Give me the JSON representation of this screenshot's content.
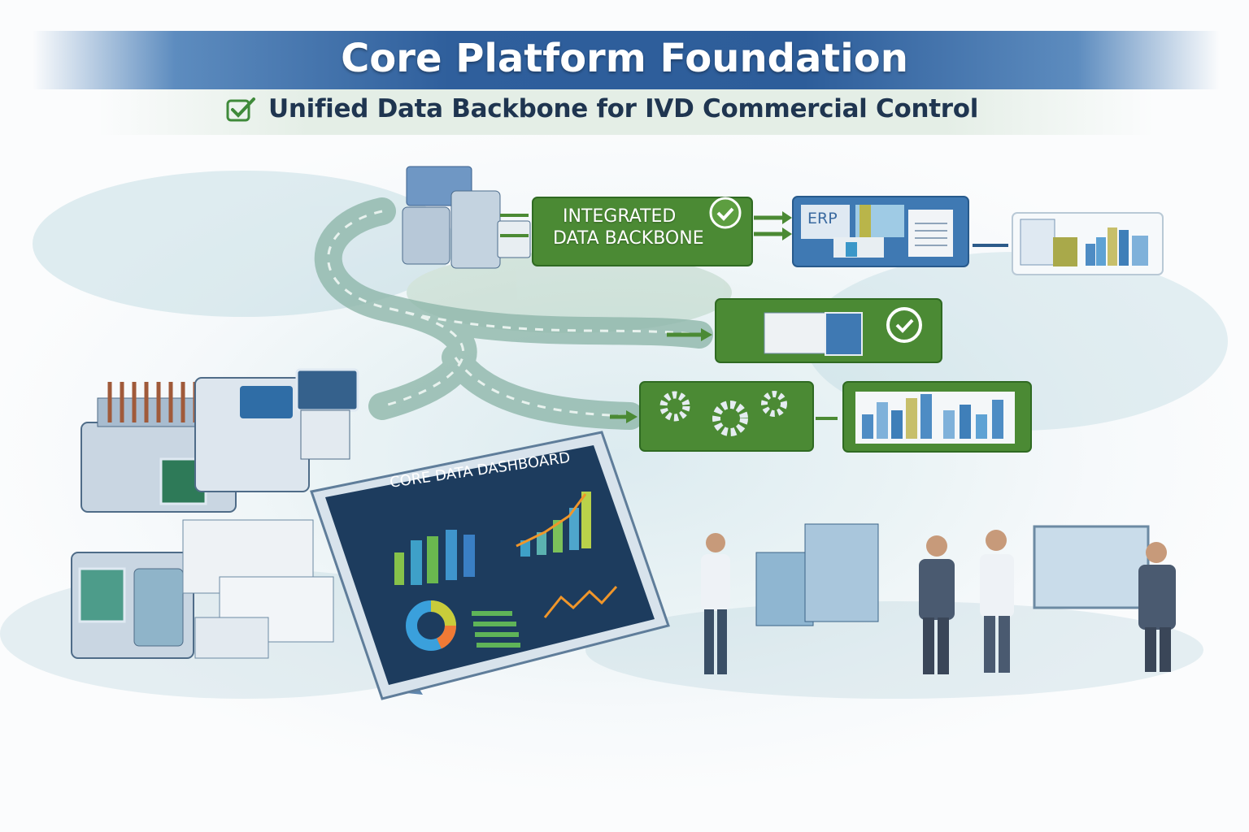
{
  "header": {
    "title": "Core Platform Foundation",
    "subtitle": "Unified Data Backbone for IVD Commercial Control"
  },
  "flow": {
    "backbone_label_line1": "INTEGRATED",
    "backbone_label_line2": "DATA BACKBONE",
    "erp_label": "ERP"
  },
  "dashboard": {
    "title": "CORE DATA DASHBOARD"
  },
  "colors": {
    "banner": "#2f5f9c",
    "green": "#4b8a34",
    "blue": "#3f79b3",
    "text": "#1f3550"
  }
}
